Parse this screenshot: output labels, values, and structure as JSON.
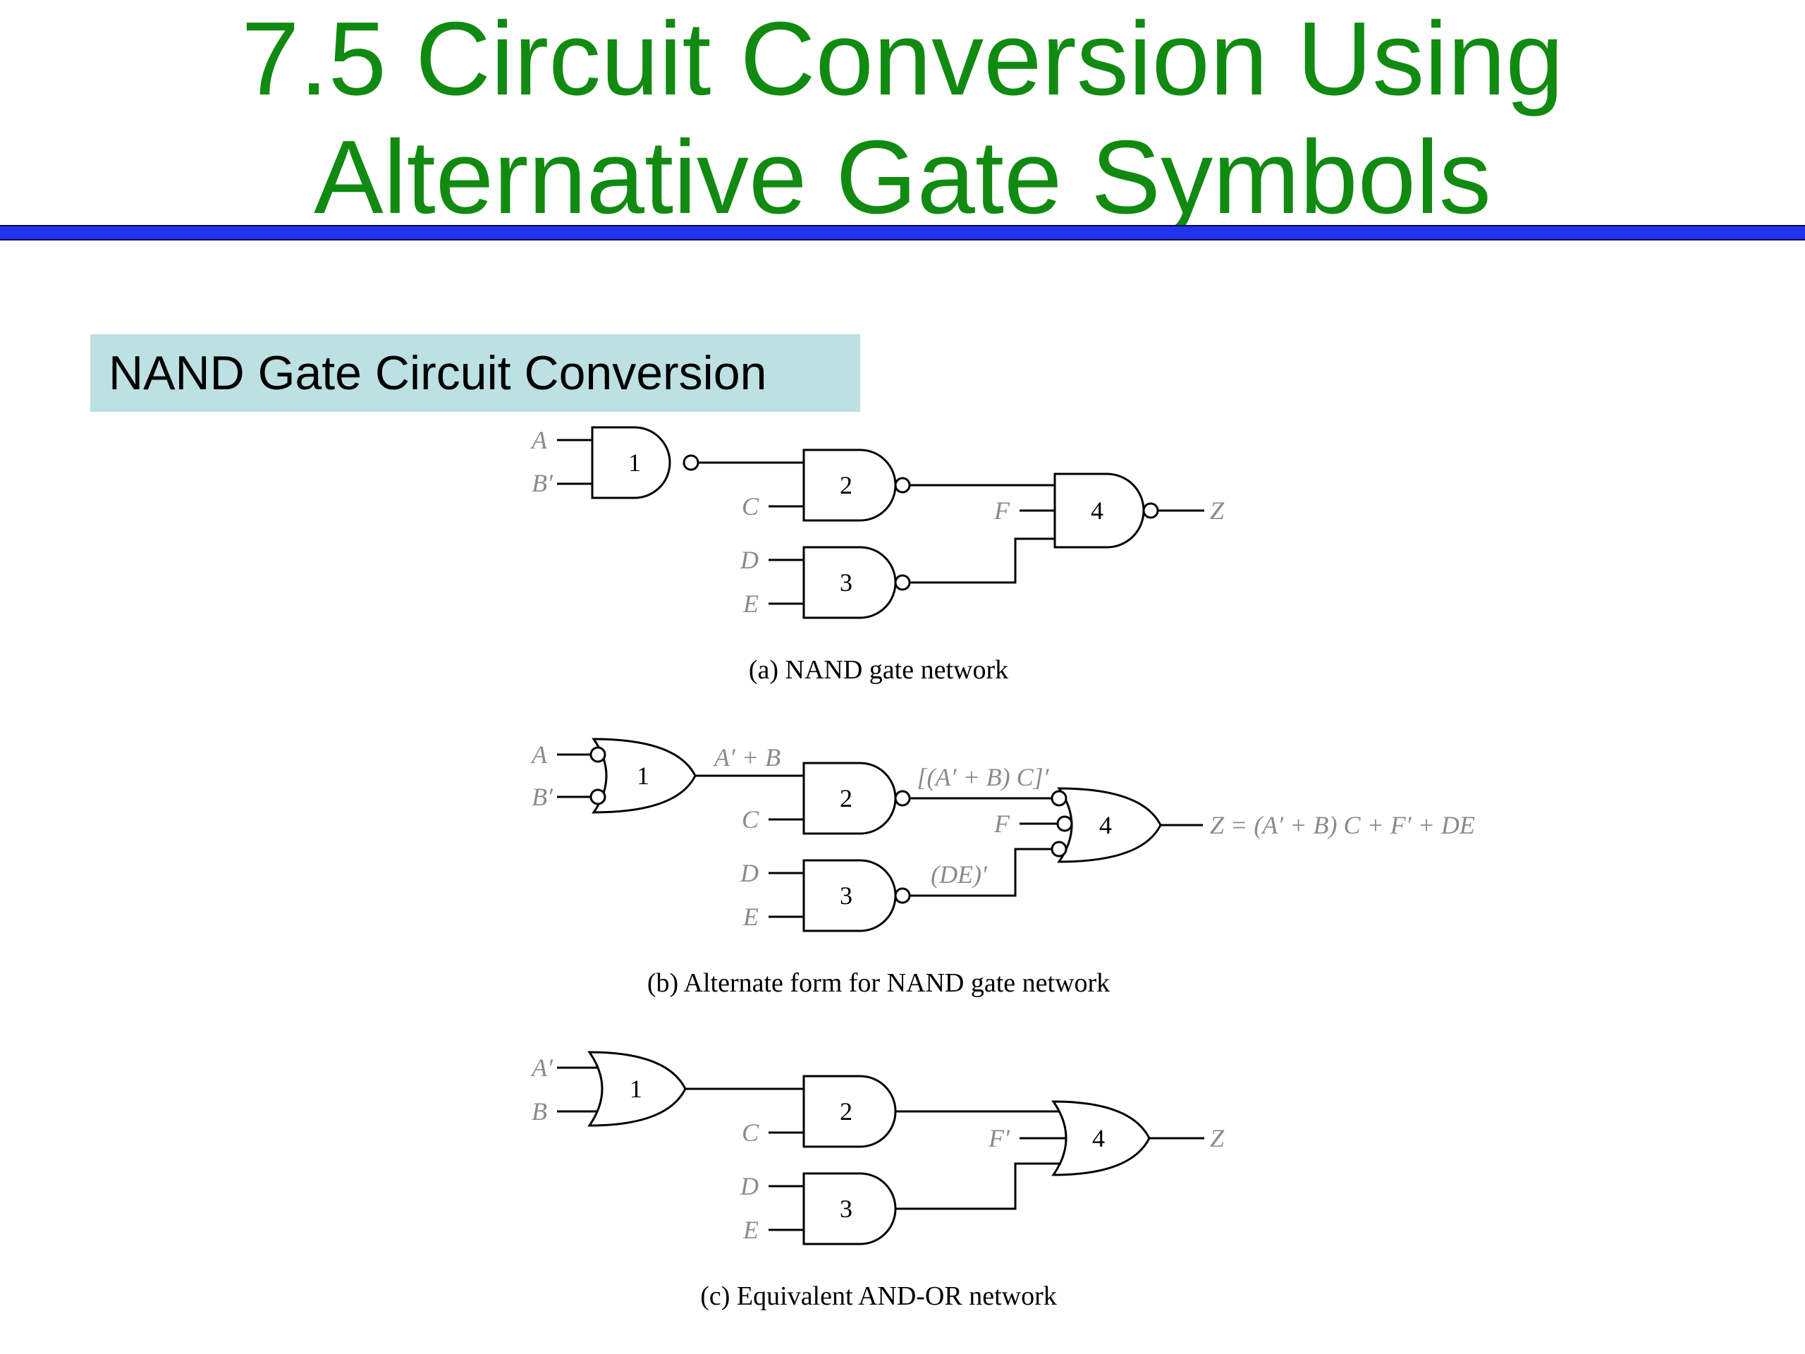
{
  "slide": {
    "title_line1": "7.5 Circuit Conversion Using",
    "title_line2": "Alternative Gate Symbols",
    "section_label": "NAND Gate Circuit Conversion",
    "colors": {
      "title": "#118a11",
      "rule": "#2233ee",
      "label_bg": "#bde0e2"
    }
  },
  "diagram_a": {
    "inputs": {
      "g1_a": "A",
      "g1_b": "B′",
      "c": "C",
      "d": "D",
      "e": "E",
      "f": "F"
    },
    "gates": [
      "1",
      "2",
      "3",
      "4"
    ],
    "output": "Z",
    "caption": "(a) NAND gate network"
  },
  "diagram_b": {
    "inputs": {
      "g1_a": "A",
      "g1_b": "B′",
      "c": "C",
      "d": "D",
      "e": "E",
      "f": "F"
    },
    "gates": [
      "1",
      "2",
      "3",
      "4"
    ],
    "labels": {
      "g1_out": "A′ + B",
      "g2_out": "[(A′ + B) C]′",
      "g3_out": "(DE)′"
    },
    "output": "Z = (A′ + B) C + F′ + DE",
    "caption": "(b) Alternate form for NAND gate network"
  },
  "diagram_c": {
    "inputs": {
      "g1_a": "A′",
      "g1_b": "B",
      "c": "C",
      "d": "D",
      "e": "E",
      "f": "F′"
    },
    "gates": [
      "1",
      "2",
      "3",
      "4"
    ],
    "output": "Z",
    "caption": "(c) Equivalent AND-OR network"
  }
}
